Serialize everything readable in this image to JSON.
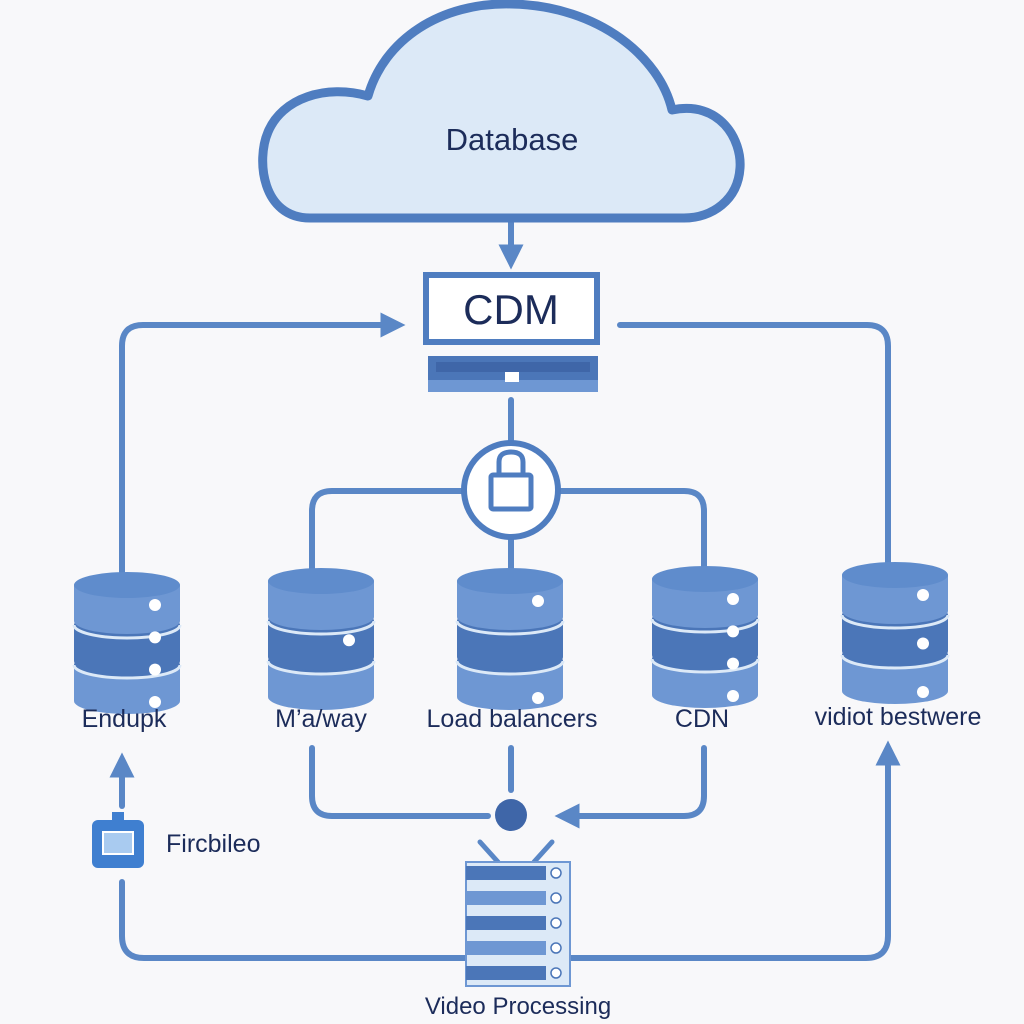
{
  "colors": {
    "line": "#5a87c6",
    "cloud_fill": "#dce9f7",
    "cloud_stroke": "#4f7dc0",
    "server_light": "#6e97d3",
    "server_dark": "#4b76b8",
    "text": "#1c2c5a",
    "background": "#f8f8fa"
  },
  "cloud": {
    "label": "Database",
    "icon": "cloud-icon"
  },
  "cdm": {
    "label": "CDM",
    "icon": "server-appliance-icon"
  },
  "lock": {
    "icon": "lock-icon"
  },
  "servers": [
    {
      "label": "Endupk",
      "icon": "database-icon"
    },
    {
      "label": "M’a/way",
      "icon": "database-icon"
    },
    {
      "label": "Load balancers",
      "icon": "database-icon"
    },
    {
      "label": "CDN",
      "icon": "database-icon"
    },
    {
      "label": "vidiot bestwere",
      "icon": "database-icon"
    }
  ],
  "firebase": {
    "label": "Fircbileo",
    "icon": "device-icon"
  },
  "video_processing": {
    "label": "Video Processing",
    "icon": "server-rack-icon"
  }
}
